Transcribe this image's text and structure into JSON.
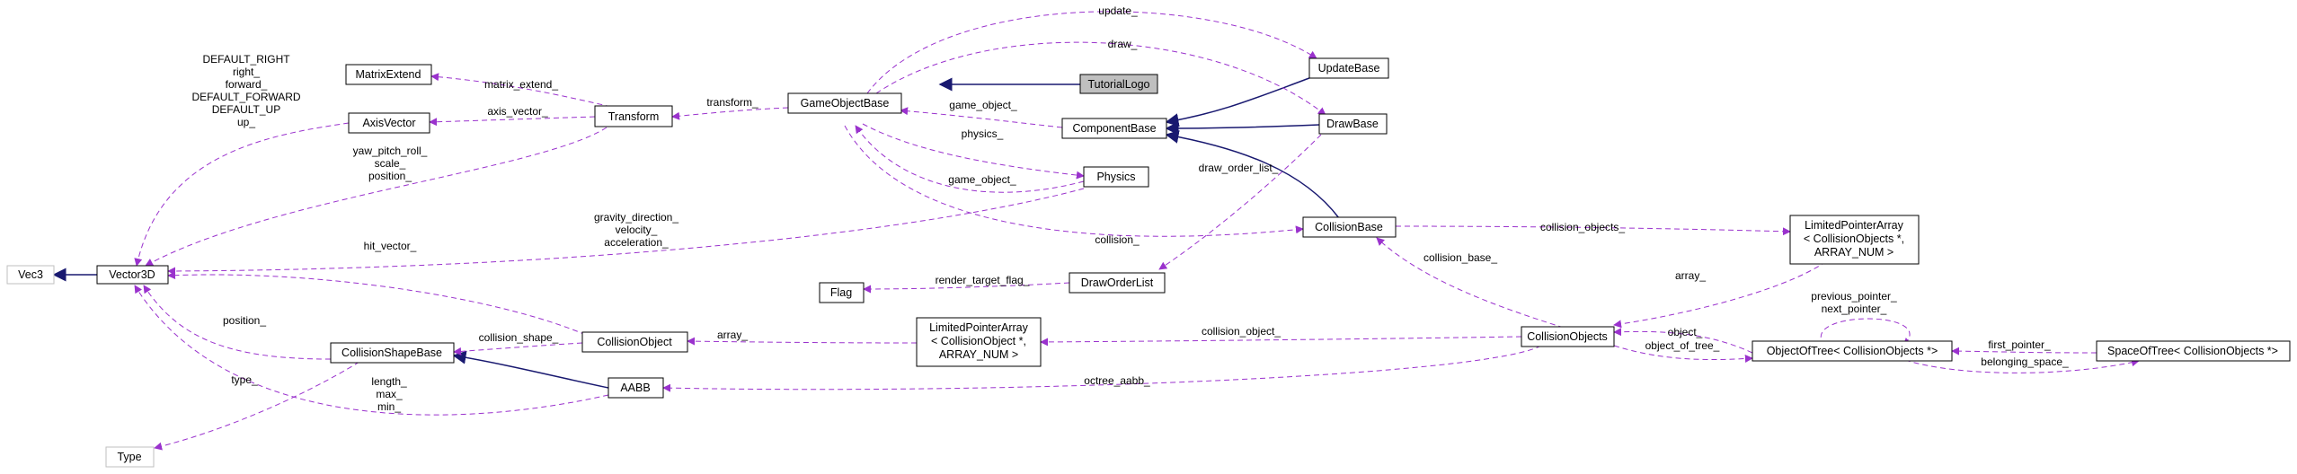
{
  "colors": {
    "uses_edge": "#9a32cd",
    "inheritance_edge": "#191970",
    "node_border": "#000000",
    "external_node_border": "#bfbfbf",
    "highlight_fill": "#bfbfbf"
  },
  "nodes": {
    "vec3": "Vec3",
    "vector3d": "Vector3D",
    "type": "Type",
    "matrixextend": "MatrixExtend",
    "axisvector": "AxisVector",
    "transform": "Transform",
    "gameobjectbase": "GameObjectBase",
    "tutoriallogo": "TutorialLogo",
    "updatebase": "UpdateBase",
    "componentbase": "ComponentBase",
    "drawbase": "DrawBase",
    "physics": "Physics",
    "collisionbase": "CollisionBase",
    "draworderlist": "DrawOrderList",
    "flag": "Flag",
    "collisionshapebase": "CollisionShapeBase",
    "collisionobject": "CollisionObject",
    "aabb": "AABB",
    "lpa_collisionobject": [
      "LimitedPointerArray",
      "< CollisionObject *,",
      "ARRAY_NUM >"
    ],
    "lpa_collisionobjects": [
      "LimitedPointerArray",
      "< CollisionObjects *,",
      "ARRAY_NUM >"
    ],
    "collisionobjects": "CollisionObjects",
    "objectoftree": "ObjectOfTree< CollisionObjects *>",
    "spaceoftree": "SpaceOfTree< CollisionObjects *>"
  },
  "edge_labels": {
    "axisvector_vector3d": [
      "DEFAULT_RIGHT",
      "right_",
      "forward_",
      "DEFAULT_FORWARD",
      "DEFAULT_UP",
      "up_"
    ],
    "transform_vector3d": [
      "yaw_pitch_roll_",
      "scale_",
      "position_"
    ],
    "physics_vector3d": [
      "gravity_direction_",
      "velocity_",
      "acceleration_"
    ],
    "matrix_extend": "matrix_extend_",
    "axis_vector": "axis_vector_",
    "transform": "transform_",
    "update": "update_",
    "draw": "draw_",
    "game_object_component": "game_object_",
    "physics": "physics_",
    "game_object_physics": "game_object_",
    "draw_order_list": "draw_order_list_",
    "collision": "collision_",
    "collision_objects": "collision_objects_",
    "render_target_flag": "render_target_flag_",
    "hit_vector": "hit_vector_",
    "collision_shape": "collision_shape_",
    "array_collisionobject": "array_",
    "collision_object": "collision_object_",
    "position": "position_",
    "type": "type_",
    "aabb_vector3d": [
      "length_",
      "max_",
      "min_"
    ],
    "octree_aabb": "octree_aabb_",
    "collision_base": "collision_base_",
    "array_collisionobjects": "array_",
    "object": "object_",
    "object_of_tree": "object_of_tree_",
    "self_pointers": [
      "previous_pointer_",
      "next_pointer_"
    ],
    "first_pointer": "first_pointer_",
    "belonging_space": "belonging_space_"
  }
}
